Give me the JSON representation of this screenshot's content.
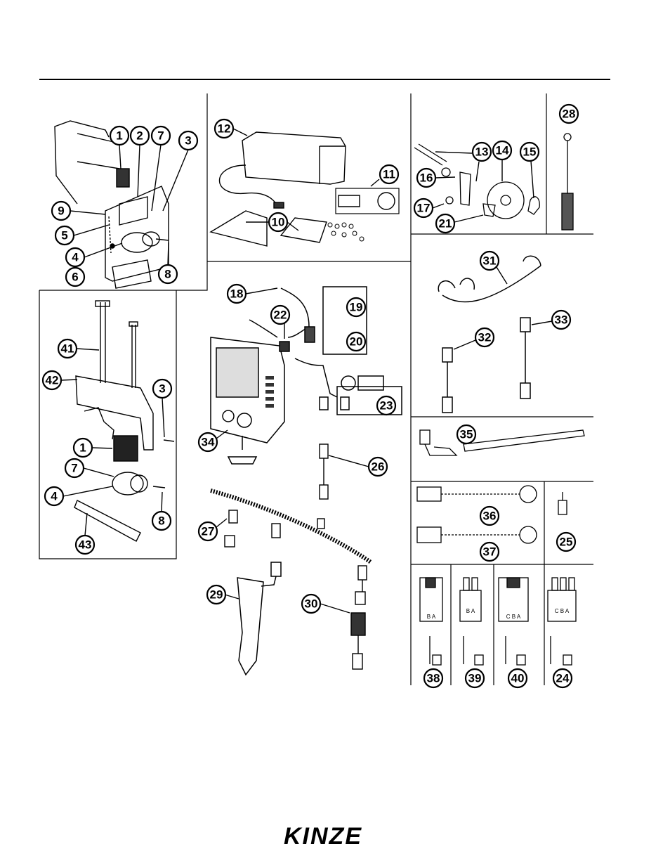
{
  "brand": {
    "logo_text": "KINZE"
  },
  "callouts": {
    "c1a": "1",
    "c2": "2",
    "c7a": "7",
    "c3a": "3",
    "c9": "9",
    "c5": "5",
    "c4a": "4",
    "c6": "6",
    "c8a": "8",
    "c12": "12",
    "c11": "11",
    "c10": "10",
    "c13": "13",
    "c14": "14",
    "c15": "15",
    "c16": "16",
    "c17": "17",
    "c21": "21",
    "c28": "28",
    "c31": "31",
    "c32": "32",
    "c33": "33",
    "c18": "18",
    "c22": "22",
    "c19": "19",
    "c20": "20",
    "c23": "23",
    "c34": "34",
    "c26": "26",
    "c27": "27",
    "c29": "29",
    "c30": "30",
    "c41": "41",
    "c42": "42",
    "c3b": "3",
    "c1b": "1",
    "c7b": "7",
    "c4b": "4",
    "c8b": "8",
    "c43": "43",
    "c35": "35",
    "c36": "36",
    "c37": "37",
    "c25": "25",
    "c38": "38",
    "c39": "39",
    "c40": "40",
    "c24": "24"
  },
  "connector_labels": {
    "c38": "B A",
    "c39": "B A",
    "c40": "C B A",
    "c24": "C B A"
  }
}
